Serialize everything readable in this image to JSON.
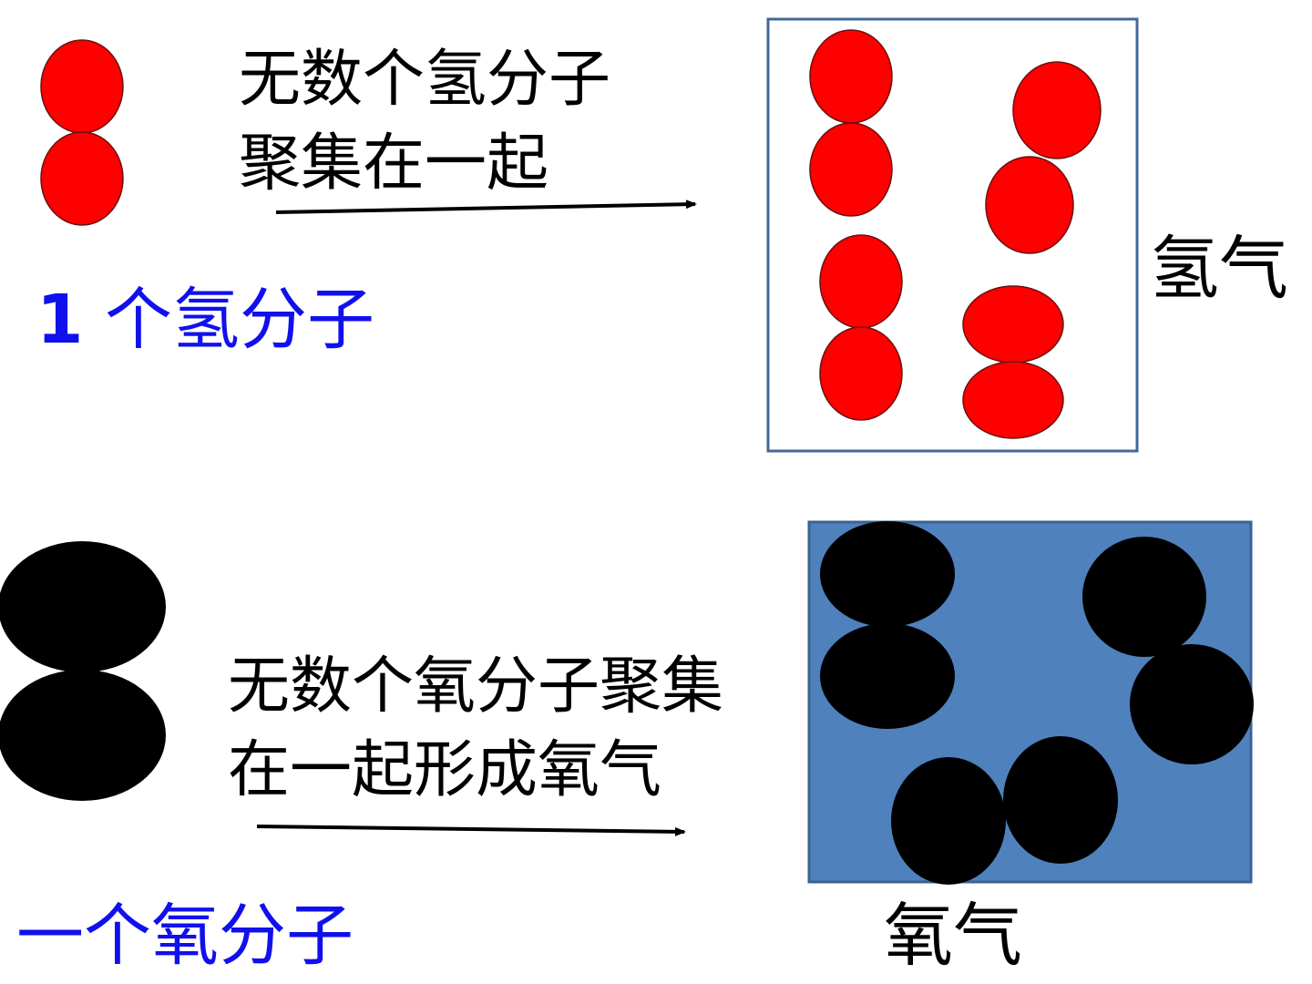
{
  "hydrogen": {
    "caption_line1": "无数个氢分子",
    "caption_line2": "聚集在一起",
    "molecule_label_num": "1",
    "molecule_label_text": "个氢分子",
    "gas_label": "氢气"
  },
  "oxygen": {
    "caption_line1": "无数个氧分子聚集",
    "caption_line2": "在一起形成氧气",
    "molecule_label": "一个氧分子",
    "gas_label": "氧气"
  },
  "colors": {
    "hydrogen_atom": "#ff0000",
    "oxygen_atom": "#000000",
    "hydrogen_box_border": "#41699a",
    "oxygen_box_fill": "#4f81bd",
    "label_blue": "#1010ee"
  }
}
